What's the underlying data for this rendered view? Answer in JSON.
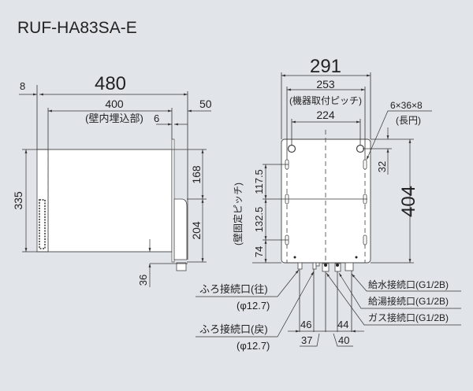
{
  "title": "RUF-HA83SA-E",
  "side_view": {
    "depth_total": "480",
    "depth_embedded": "400",
    "embedded_label": "(壁内埋込部)",
    "plate_gap": "6",
    "front_protrusion": "50",
    "rear_plate": "8",
    "height": "335",
    "upper_height": "168",
    "lower_height": "204",
    "bottom_offset": "36"
  },
  "front_view": {
    "width": "291",
    "mount_pitch": "253",
    "mount_pitch_label": "(機器取付ピッチ)",
    "hole_pitch": "224",
    "slot_size": "6×36×8",
    "slot_label": "(長円)",
    "height": "404",
    "hole_offset": "32",
    "wall_pitch_label": "(壁固定ピッチ)",
    "wall_pitch_1": "117.5",
    "wall_pitch_2": "132.5",
    "wall_pitch_3": "74"
  },
  "connections": {
    "bath_out": "ふろ接続口(往)",
    "bath_out_size": "(φ12.7)",
    "bath_return": "ふろ接続口(戻)",
    "bath_return_size": "(φ12.7)",
    "water_supply": "給水接続口(G1/2B)",
    "hot_water": "給湯接続口(G1/2B)",
    "gas": "ガス接続口(G1/2B)",
    "spacing_46": "46",
    "spacing_37": "37",
    "spacing_44": "44",
    "spacing_40": "40"
  }
}
